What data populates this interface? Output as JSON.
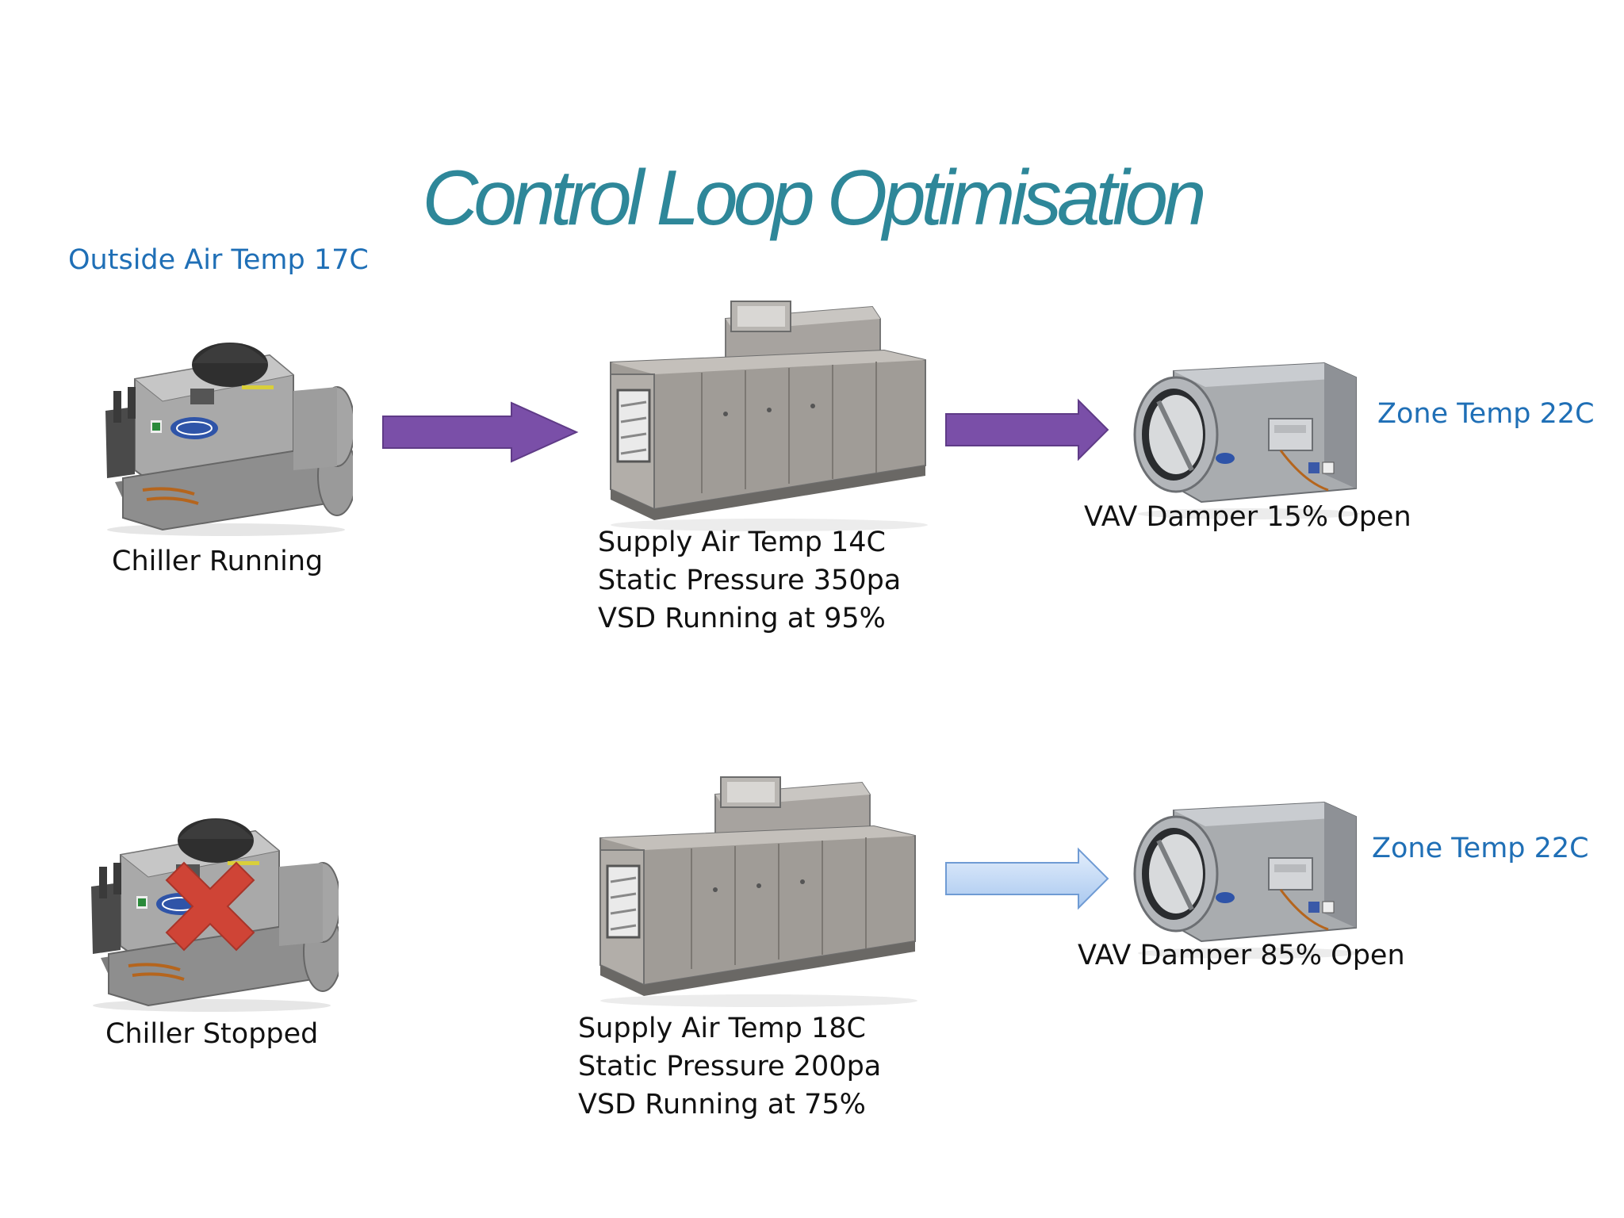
{
  "title": "Control Loop Optimisation",
  "outside_air_temp": "Outside Air Temp 17C",
  "colors": {
    "title": "#2e8799",
    "blue_label": "#1f6fb6",
    "arrow_active": "#7a4fa8",
    "arrow_inactive": "#c4dbf6",
    "stop_cross": "#cf4436"
  },
  "scenario_running": {
    "chiller_label": "Chiller Running",
    "ahu_lines": [
      "Supply Air Temp 14C",
      "Static Pressure 350pa",
      "VSD Running at 95%"
    ],
    "vav_label": "VAV Damper 15% Open",
    "zone_temp": "Zone Temp 22C",
    "chiller_icon": "chiller-icon",
    "ahu_icon": "air-handling-unit-icon",
    "vav_icon": "vav-damper-icon"
  },
  "scenario_stopped": {
    "chiller_label": "Chiller Stopped",
    "ahu_lines": [
      "Supply Air Temp 18C",
      "Static Pressure 200pa",
      "VSD Running at 75%"
    ],
    "vav_label": "VAV Damper 85% Open",
    "zone_temp": "Zone Temp 22C",
    "chiller_icon": "chiller-icon",
    "stop_icon": "stop-cross-icon",
    "ahu_icon": "air-handling-unit-icon",
    "vav_icon": "vav-damper-icon"
  }
}
